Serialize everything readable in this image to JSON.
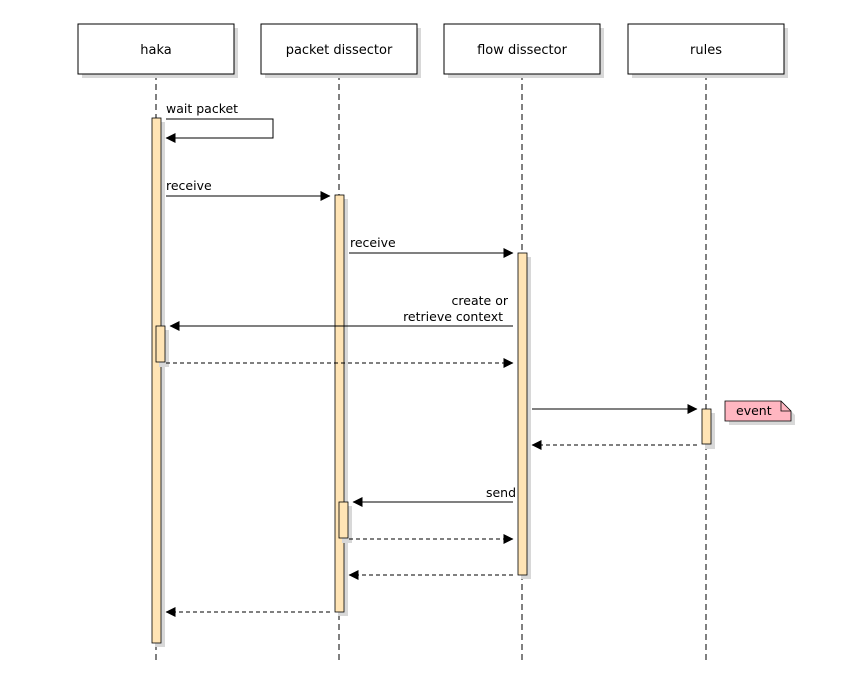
{
  "participants": [
    {
      "id": "haka",
      "label": "haka"
    },
    {
      "id": "packet",
      "label": "packet dissector"
    },
    {
      "id": "flow",
      "label": "flow dissector"
    },
    {
      "id": "rules",
      "label": "rules"
    }
  ],
  "messages": [
    {
      "label": "wait packet"
    },
    {
      "label": "receive"
    },
    {
      "label": "receive"
    },
    {
      "label_lines": [
        "create or",
        "retrieve context"
      ]
    },
    {
      "label": ""
    },
    {
      "label": ""
    },
    {
      "label": ""
    },
    {
      "label": "send"
    },
    {
      "label": ""
    },
    {
      "label": ""
    },
    {
      "label": ""
    }
  ],
  "note": {
    "label": "event"
  },
  "colors": {
    "activation_fill": "#ffe4b5",
    "note_fill": "#ffb6c1",
    "shadow": "#d8d8d8"
  }
}
